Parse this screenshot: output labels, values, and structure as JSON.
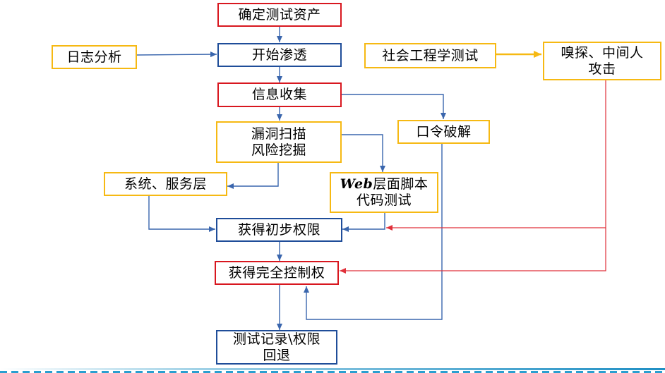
{
  "colors": {
    "red_border": "#d8171f",
    "blue_border": "#1f4d99",
    "gold_border": "#f6b913",
    "blue_arrow": "#3a66ad",
    "red_arrow": "#e0303a",
    "gold_arrow": "#f6b913"
  },
  "nodes": {
    "confirm_assets": "确定测试资产",
    "start_pentest": "开始渗透",
    "log_analysis": "日志分析",
    "info_gathering": "信息收集",
    "vuln_scan": "漏洞扫描\n风险挖掘",
    "system_service": "系统、服务层",
    "web_layer": {
      "prefix": "Web",
      "rest": "层面脚本\n代码测试"
    },
    "password_crack": "口令破解",
    "social_engineering": "社会工程学测试",
    "sniff_mitm": "嗅探、中间人\n攻击",
    "initial_access": "获得初步权限",
    "full_control": "获得完全控制权",
    "record_rollback": "测试记录\\权限\n回退"
  }
}
